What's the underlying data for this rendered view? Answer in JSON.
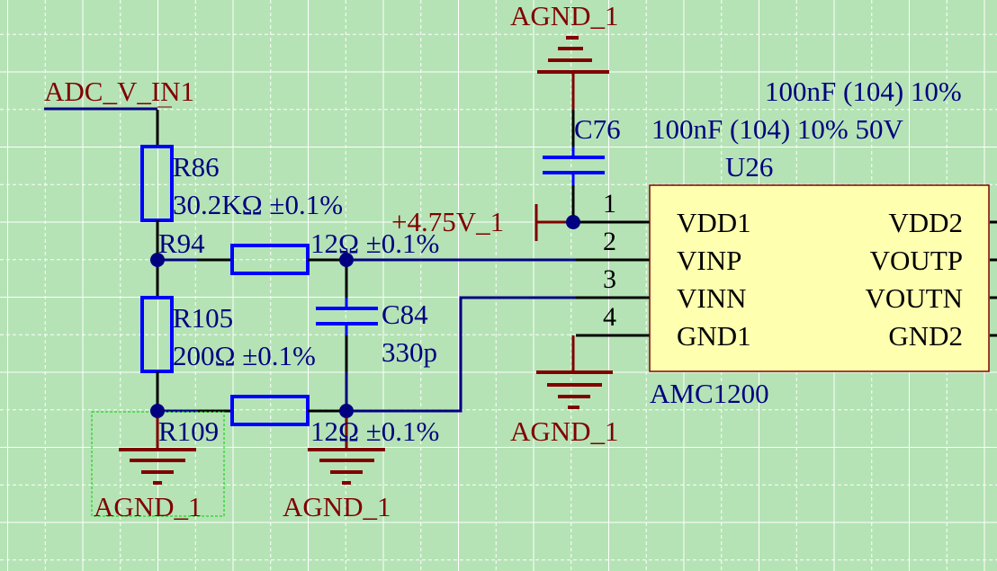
{
  "colors": {
    "background": "#b5e3b5",
    "grid": "#ffffff",
    "wire": "#000080",
    "pin": "#000000",
    "component_outline": "#0000ff",
    "power": "#800000",
    "chip_fill": "#ffffb0",
    "chip_border": "#800000"
  },
  "nets": {
    "adc_input": "ADC_V_IN1",
    "ground_top": "AGND_1",
    "ground_ic": "AGND_1",
    "ground_left": "AGND_1",
    "ground_mid": "AGND_1",
    "supply": "+4.75V_1"
  },
  "components": {
    "r86": {
      "ref": "R86",
      "value": "30.2KΩ  ±0.1%"
    },
    "r94": {
      "ref": "R94",
      "value": "12Ω ±0.1%"
    },
    "r105": {
      "ref": "R105",
      "value": "200Ω  ±0.1%"
    },
    "r109": {
      "ref": "R109",
      "value": "12Ω ±0.1%"
    },
    "c84": {
      "ref": "C84",
      "value": "330p"
    },
    "c76": {
      "ref": "C76",
      "value": "100nF (104) 10% 50V",
      "value_extra": "100nF (104) 10%"
    },
    "u26": {
      "ref": "U26",
      "part": "AMC1200",
      "left_pins": [
        {
          "num": "1",
          "name": "VDD1"
        },
        {
          "num": "2",
          "name": "VINP"
        },
        {
          "num": "3",
          "name": "VINN"
        },
        {
          "num": "4",
          "name": "GND1"
        }
      ],
      "right_pins": [
        {
          "name": "VDD2"
        },
        {
          "name": "VOUTP"
        },
        {
          "name": "VOUTN"
        },
        {
          "name": "GND2"
        }
      ]
    }
  }
}
